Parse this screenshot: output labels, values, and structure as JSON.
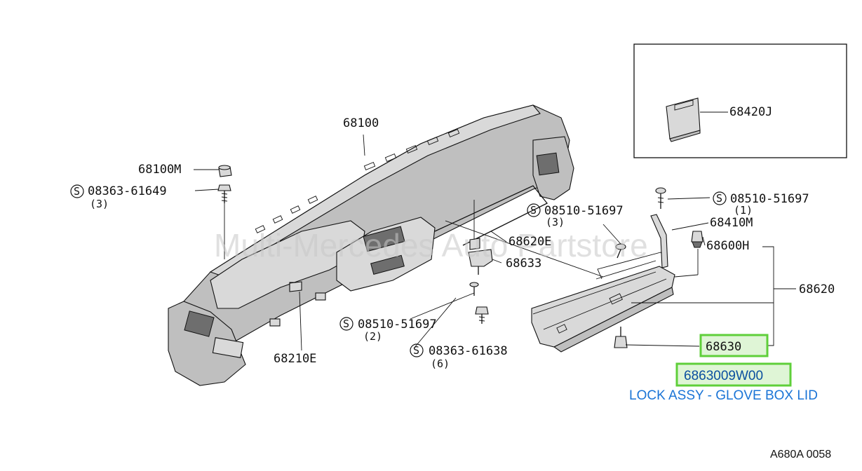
{
  "watermark": "Multi-Mercedes Auto Partstore",
  "reference_code": "A680A 0058",
  "highlight": {
    "part_number": "6863009W00",
    "description": "LOCK ASSY - GLOVE BOX LID"
  },
  "callouts": {
    "p68100": "68100",
    "p68100M": "68100M",
    "p08363_61649": "08363-61649",
    "p08363_61649_qty": "(3)",
    "p68210E": "68210E",
    "p08510_51697_2": "08510-51697",
    "p08510_51697_2_qty": "(2)",
    "p08363_61638": "08363-61638",
    "p08363_61638_qty": "(6)",
    "p68620E": "68620E",
    "p68633": "68633",
    "p08510_51697_3": "08510-51697",
    "p08510_51697_3_qty": "(3)",
    "p08510_51697_1": "08510-51697",
    "p08510_51697_1_qty": "(1)",
    "p68410M": "68410M",
    "p68600H": "68600H",
    "p68620": "68620",
    "p68630": "68630",
    "p68420J": "68420J"
  },
  "symbols": {
    "screw_marker": "S"
  }
}
